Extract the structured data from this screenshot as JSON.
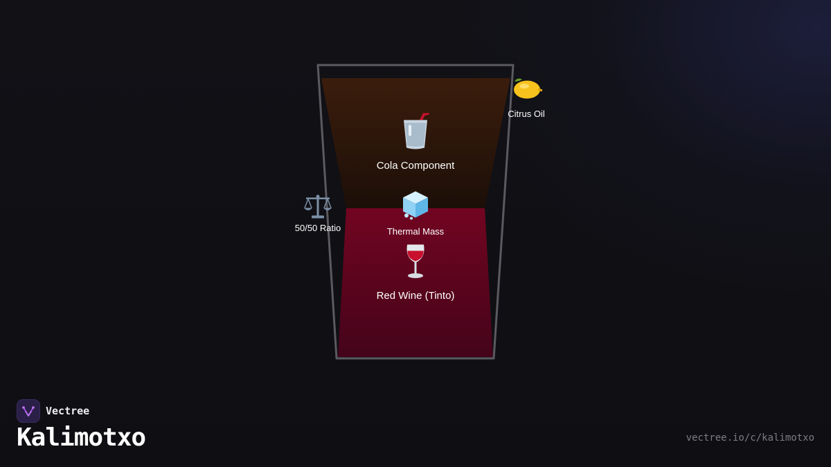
{
  "brand": {
    "name": "Vectree",
    "title": "Kalimotxo",
    "url": "vectree.io/c/kalimotxo"
  },
  "diagram": {
    "layers": [
      {
        "label": "Cola Component",
        "icon": "cola-cup-icon",
        "color": "#3a1c0c"
      },
      {
        "label": "Red Wine (Tinto)",
        "icon": "wine-glass-icon",
        "color": "#6e0520"
      }
    ],
    "center_note": {
      "label": "Thermal Mass",
      "icon": "ice-cube-icon"
    },
    "side_notes": [
      {
        "label": "50/50 Ratio",
        "icon": "balance-scale-icon"
      },
      {
        "label": "Citrus Oil",
        "icon": "lemon-icon"
      }
    ],
    "glass_color": "#5a5a60"
  }
}
